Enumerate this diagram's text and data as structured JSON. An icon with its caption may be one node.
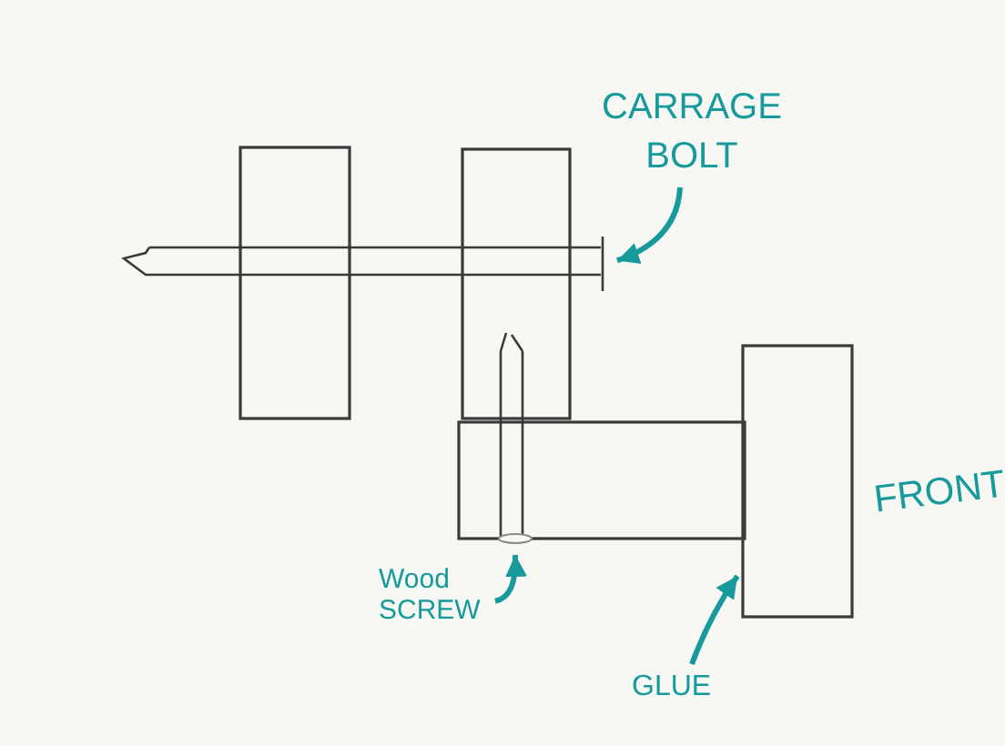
{
  "diagram": {
    "nodes": [
      {
        "text": [
          "CARRAGE BOLT"
        ]
      },
      {
        "text": [],
        "shape": "box"
      },
      {
        "text": [],
        "shape": "box"
      },
      {
        "text": [],
        "shape": "picture"
      },
      {
        "text": [],
        "shape": "picture"
      },
      {
        "text": [],
        "shape": "box",
        "beside": [
          "FRONT"
        ]
      },
      {
        "text": [],
        "shape": "box"
      },
      {
        "text": [
          "Wood SCREW"
        ]
      },
      {
        "text": [
          "GLUE"
        ]
      }
    ],
    "edges": [
      {
        "from": 0,
        "to": 3,
        "arrow": "to"
      },
      {
        "from": 7,
        "to": 4,
        "arrow": "to"
      },
      {
        "from": 8,
        "to": 5,
        "arrow": "to"
      }
    ]
  }
}
